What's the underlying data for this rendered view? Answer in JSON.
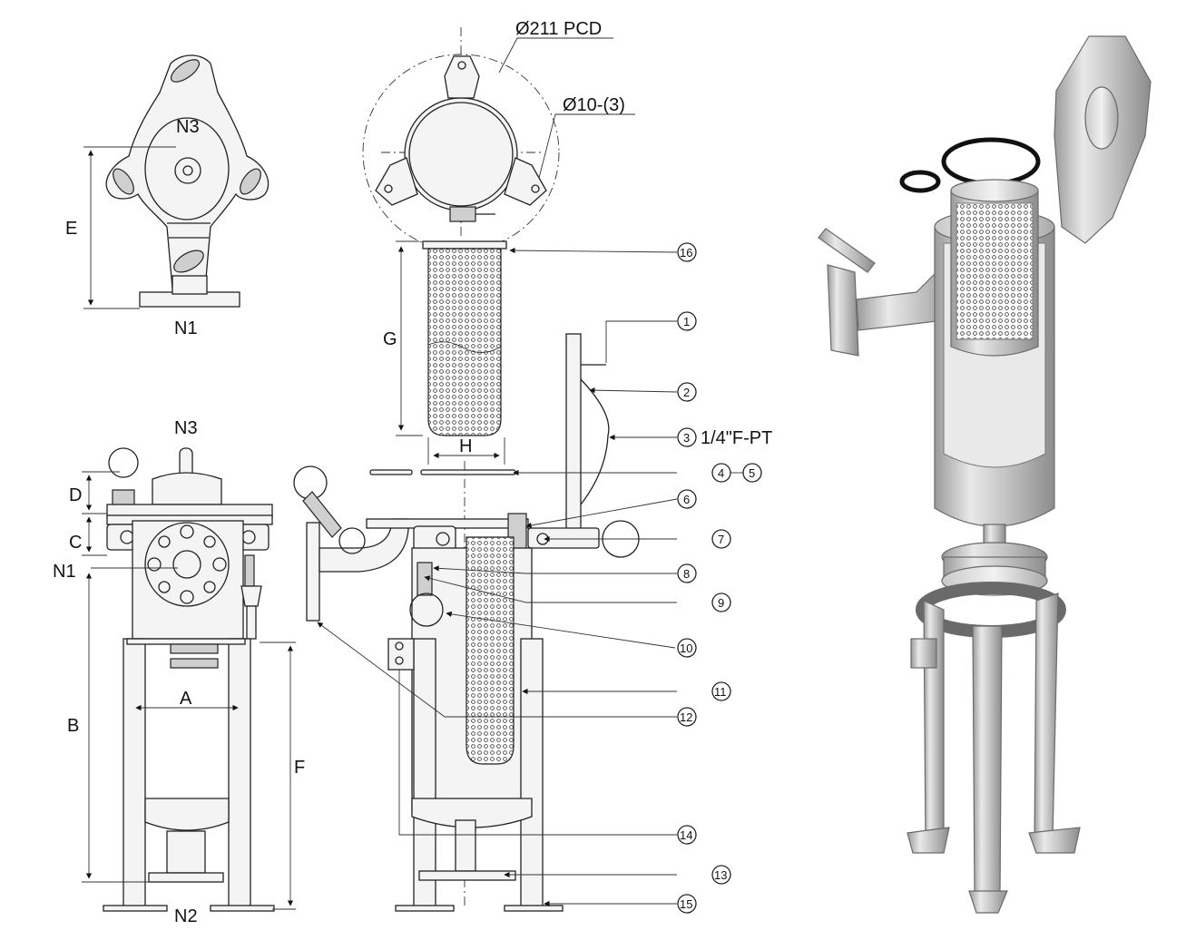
{
  "views": {
    "top_view": {
      "n3": "N3",
      "e": "E",
      "n1": "N1"
    },
    "plan_view": {
      "pcd": "Ø211 PCD",
      "holes": "Ø10-(3)"
    },
    "basket": {
      "g": "G",
      "h": "H"
    },
    "front_view": {
      "n3": "N3",
      "d": "D",
      "c": "C",
      "n1": "N1",
      "a": "A",
      "b": "B",
      "f": "F",
      "n2": "N2"
    }
  },
  "callouts": {
    "c1": "1",
    "c2": "2",
    "c3": "3",
    "c3_note": "1/4\"F-PT",
    "c4": "4",
    "c5": "5",
    "c6": "6",
    "c7": "7",
    "c8": "8",
    "c9": "9",
    "c10": "10",
    "c11": "11",
    "c12": "12",
    "c13": "13",
    "c14": "14",
    "c15": "15",
    "c16": "16"
  }
}
